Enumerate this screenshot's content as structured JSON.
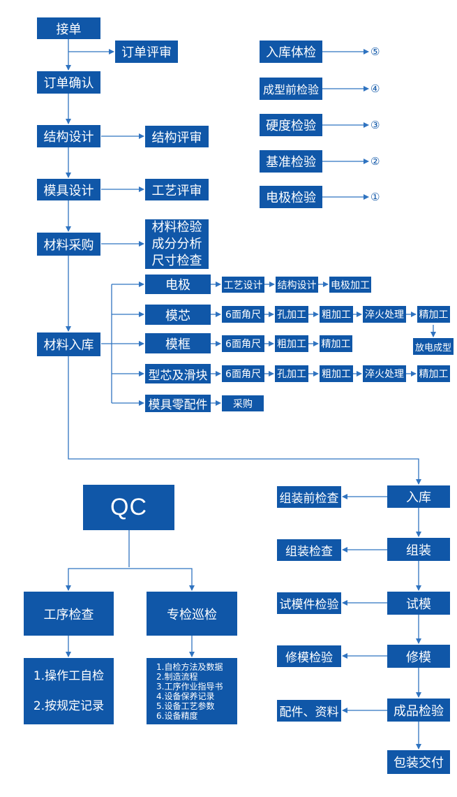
{
  "main_flow": {
    "take_order": "接单",
    "order_review": "订单评审",
    "order_confirm": "订单确认",
    "structure_design": "结构设计",
    "structure_review": "结构评审",
    "mold_design": "模具设计",
    "process_review": "工艺评审",
    "material_purchase": "材料采购",
    "material_checks": [
      "材料检验",
      "成分分析",
      "尺寸检查"
    ],
    "material_storage": "材料入库"
  },
  "branches": {
    "electrode": {
      "label": "电极",
      "steps": [
        "工艺设计",
        "结构设计",
        "电极加工"
      ]
    },
    "core": {
      "label": "模芯",
      "steps": [
        "6面角尺",
        "孔加工",
        "粗加工",
        "淬火处理",
        "精加工"
      ],
      "extra": "放电成型"
    },
    "frame": {
      "label": "模框",
      "steps": [
        "6面角尺",
        "粗加工",
        "精加工"
      ]
    },
    "slider": {
      "label": "型芯及滑块",
      "steps": [
        "6面角尺",
        "孔加工",
        "粗加工",
        "淬火处理",
        "精加工"
      ]
    },
    "parts": {
      "label": "模具零配件",
      "steps": [
        "采购"
      ]
    }
  },
  "inspections": [
    {
      "label": "入库体检",
      "mark": "⑤"
    },
    {
      "label": "成型前检验",
      "mark": "④"
    },
    {
      "label": "硬度检验",
      "mark": "③"
    },
    {
      "label": "基准检验",
      "mark": "②"
    },
    {
      "label": "电极检验",
      "mark": "①"
    }
  ],
  "qc": {
    "title": "QC",
    "process_check": "工序检查",
    "patrol_check": "专检巡检",
    "process_items": [
      "1.操作工自检",
      "2.按规定记录"
    ],
    "patrol_items": [
      "1.自检方法及数据",
      "2.制造流程",
      "3.工序作业指导书",
      "4.设备保养记录",
      "5.设备工艺参数",
      "6.设备精度"
    ]
  },
  "assembly_flow": [
    {
      "step": "入库",
      "check": "组装前检查"
    },
    {
      "step": "组装",
      "check": "组装检查"
    },
    {
      "step": "试模",
      "check": "试模件检验"
    },
    {
      "step": "修模",
      "check": "修模检验"
    },
    {
      "step": "成品检验",
      "check": "配件、资料"
    }
  ],
  "final_step": "包装交付",
  "colors": {
    "box": "#1057a8",
    "line": "#2f73c0",
    "text": "#ffffff"
  }
}
